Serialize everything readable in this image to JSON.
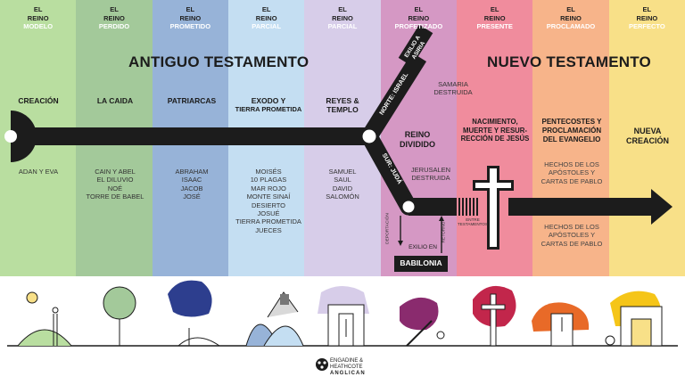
{
  "columns": [
    {
      "top": "EL",
      "top2": "REINO",
      "bottom": "MODELO",
      "color": "#b9dea0"
    },
    {
      "top": "EL",
      "top2": "REINO",
      "bottom": "PERDIDO",
      "color": "#a3c99a"
    },
    {
      "top": "EL",
      "top2": "REINO",
      "bottom": "PROMETIDO",
      "color": "#97b3d8"
    },
    {
      "top": "EL",
      "top2": "REINO",
      "bottom": "PARCIAL",
      "color": "#c4def2"
    },
    {
      "top": "EL",
      "top2": "REINO",
      "bottom": "PARCIAL",
      "color": "#d7cde9"
    },
    {
      "top": "EL",
      "top2": "REINO",
      "bottom": "PROFETIZADO",
      "color": "#d598c4"
    },
    {
      "top": "EL",
      "top2": "REINO",
      "bottom": "PRESENTE",
      "color": "#f08c9d"
    },
    {
      "top": "EL",
      "top2": "REINO",
      "bottom": "PROCLAMADO",
      "color": "#f7b48a"
    },
    {
      "top": "EL",
      "top2": "REINO",
      "bottom": "PERFECTO",
      "color": "#f8e088"
    }
  ],
  "eras": {
    "old": "ANTIGUO TESTAMENTO",
    "new": "NUEVO TESTAMENTO"
  },
  "sections": {
    "creacion": {
      "title": "CREACIÓN",
      "items": "ADAN Y EVA"
    },
    "caida": {
      "title": "LA CAIDA",
      "items": [
        "CAIN Y ABEL",
        "EL DILUVIO",
        "NOÉ",
        "TORRE DE BABEL"
      ]
    },
    "patriarcas": {
      "title": "PATRIARCAS",
      "items": [
        "ABRAHAM",
        "ISAAC",
        "JACOB",
        "JOSÉ"
      ]
    },
    "exodo": {
      "title1": "EXODO Y",
      "title2": "TIERRA PROMETIDA",
      "items": [
        "MOISÉS",
        "10 PLAGAS",
        "MAR ROJO",
        "MONTE SINAÍ",
        "DESIERTO",
        "JOSUÉ",
        "TIERRA PROMETIDA",
        "JUECES"
      ]
    },
    "reyes": {
      "title1": "REYES &",
      "title2": "TEMPLO",
      "items": [
        "SAMUEL",
        "SAUL",
        "DAVID",
        "SALOMÓN"
      ]
    },
    "profetizado": {
      "exilio_asiria1": "EXILIO A",
      "exilio_asiria2": "ASIRIA",
      "norte": "NORTE: ISRAEL",
      "sur": "SUR: JUDÁ",
      "samaria1": "SAMARIA",
      "samaria2": "DESTRUIDA",
      "reino1": "REINO",
      "reino2": "DIVIDIDO",
      "jerusalen1": "JERUSALEN",
      "jerusalen2": "DESTRUIDA",
      "deportacion": "DEPORTACIÓN",
      "retorno": "RETORNO",
      "exilio_en": "EXILIO EN",
      "babilonia": "BABILONIA",
      "entre1": "ENTRE",
      "entre2": "TESTAMENTOS"
    },
    "presente": {
      "title": [
        "NACIMIENTO,",
        "MUERTE Y RESUR-",
        "RECCIÓN DE JESÚS"
      ]
    },
    "proclamado": {
      "title": [
        "PENTECOSTES Y",
        "PROCLAMACIÓN",
        "DEL EVANGELIO"
      ],
      "items1": [
        "HECHOS DE LOS",
        "APÓSTOLES Y",
        "CARTAS DE PABLO"
      ],
      "items2": [
        "HECHOS DE LOS",
        "APÓSTOLES Y",
        "CARTAS DE PABLO"
      ]
    },
    "perfecto": {
      "title1": "NUEVA",
      "title2": "CREACIÓN"
    }
  },
  "footer": {
    "logo1": "ENGADINE &",
    "logo2": "HEATHCOTE",
    "logo3": "ANGLICAN"
  }
}
